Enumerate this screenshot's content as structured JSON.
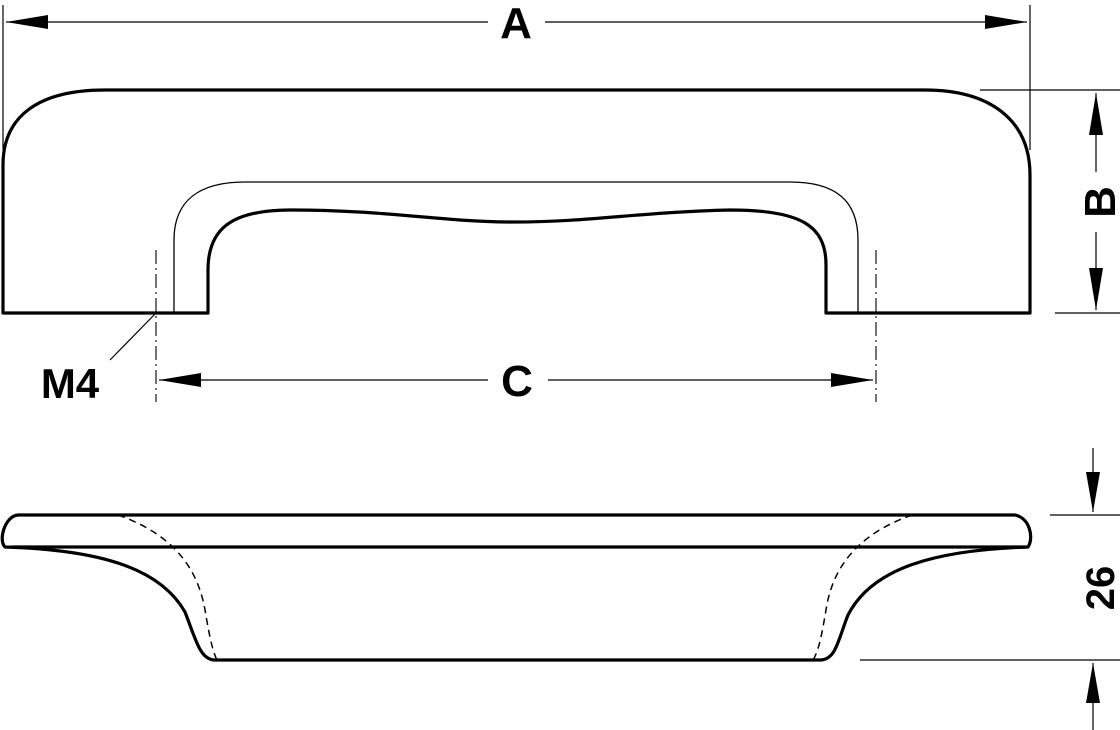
{
  "dimensions": {
    "a": "A",
    "b": "B",
    "c": "C",
    "thread": "M4",
    "height": "26"
  }
}
